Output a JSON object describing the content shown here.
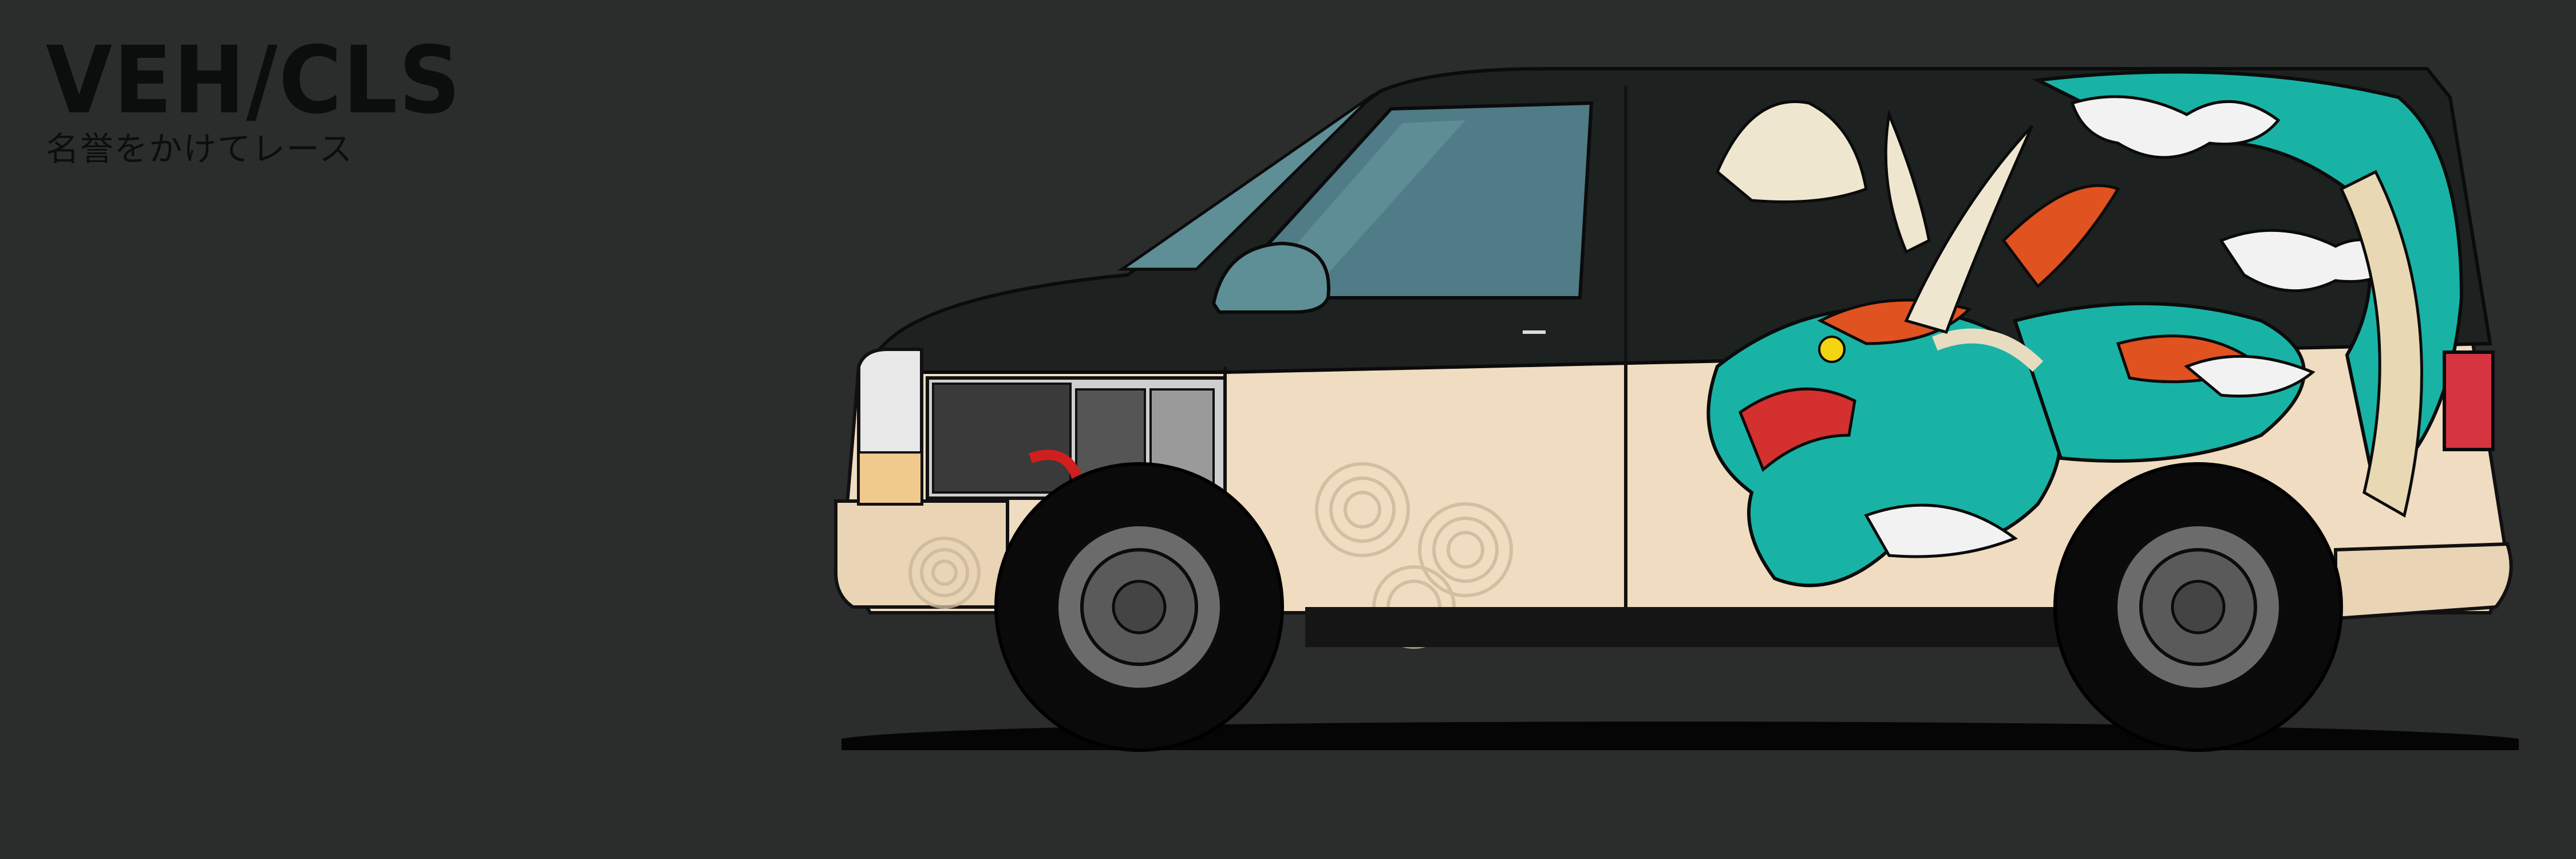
{
  "brand": {
    "title": "VEH/CLS",
    "subtitle": "名誉をかけてレース"
  },
  "palette": {
    "background": "#2a2d2c",
    "body_top": "#1d2120",
    "body_lower": "#f0dcc0",
    "glass": "#5e8e96",
    "dragon_teal": "#19b3a5",
    "dragon_orange": "#e0521f",
    "tire": "#0a0a0a",
    "rim": "#6b6b6b",
    "tail_light": "#d63440"
  },
  "illustration": {
    "subject": "side-view cargo van with dragon livery and engine cutaway"
  }
}
